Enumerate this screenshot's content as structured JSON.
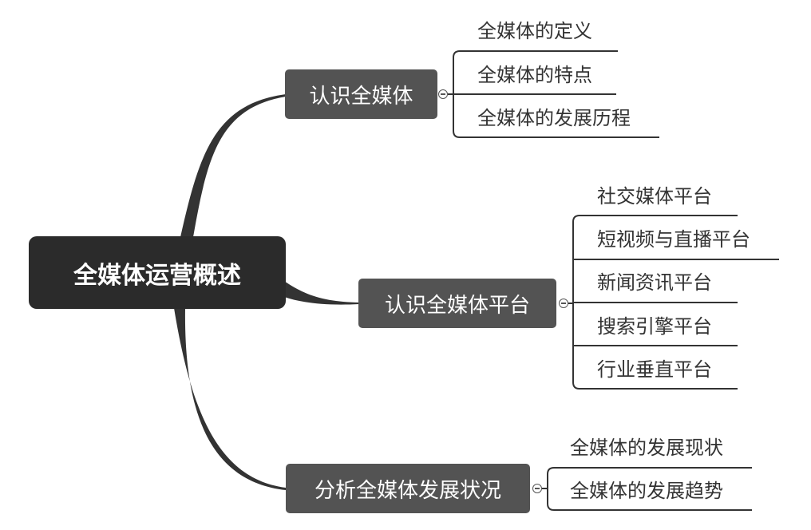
{
  "root": {
    "label": "全媒体运营概述"
  },
  "branches": [
    {
      "label": "认识全媒体",
      "children": [
        "全媒体的定义",
        "全媒体的特点",
        "全媒体的发展历程"
      ]
    },
    {
      "label": "认识全媒体平台",
      "children": [
        "社交媒体平台",
        "短视频与直播平台",
        "新闻资讯平台",
        "搜索引擎平台",
        "行业垂直平台"
      ]
    },
    {
      "label": "分析全媒体发展状况",
      "children": [
        "全媒体的发展现状",
        "全媒体的发展趋势"
      ]
    }
  ],
  "colors": {
    "root_fill": "#2b2b2b",
    "branch_fill": "#535353",
    "connector": "#333333",
    "leaf_line": "#333333",
    "leaf_text": "#333333"
  }
}
